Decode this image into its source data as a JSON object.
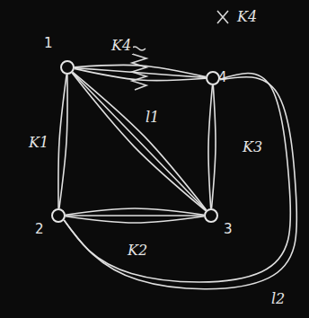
{
  "diagram": {
    "nodes": [
      {
        "text": [
          "1"
        ]
      },
      {
        "text": [
          "4"
        ]
      },
      {
        "text": [
          "2"
        ]
      },
      {
        "text": [
          "3"
        ]
      }
    ],
    "edges": [
      {
        "from": 0,
        "to": 1,
        "arrow": "none",
        "label": "K4"
      },
      {
        "from": 0,
        "to": 1,
        "arrow": "none"
      },
      {
        "from": 0,
        "to": 1,
        "arrow": "none"
      },
      {
        "from": 0,
        "to": 2,
        "arrow": "none",
        "label": "K1"
      },
      {
        "from": 0,
        "to": 2,
        "arrow": "none"
      },
      {
        "from": 2,
        "to": 3,
        "arrow": "none",
        "label": "K2"
      },
      {
        "from": 2,
        "to": 3,
        "arrow": "none"
      },
      {
        "from": 2,
        "to": 3,
        "arrow": "none"
      },
      {
        "from": 1,
        "to": 3,
        "arrow": "none",
        "label": "K3"
      },
      {
        "from": 1,
        "to": 3,
        "arrow": "none"
      },
      {
        "from": 0,
        "to": 3,
        "arrow": "none",
        "label": "l1"
      },
      {
        "from": 0,
        "to": 3,
        "arrow": "none"
      },
      {
        "from": 0,
        "to": 3,
        "arrow": "none"
      },
      {
        "from": 2,
        "to": 1,
        "arrow": "none",
        "label": "l2"
      },
      {
        "from": 2,
        "to": 1,
        "arrow": "none"
      }
    ],
    "labels": [
      "K4"
    ]
  }
}
